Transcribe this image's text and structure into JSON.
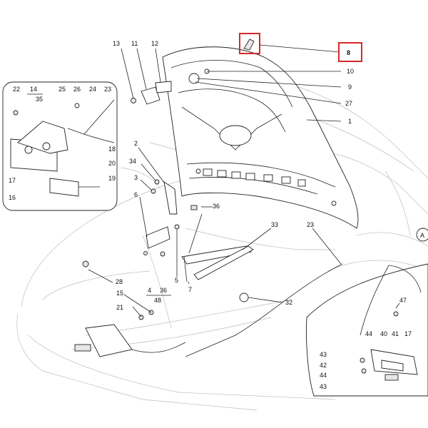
{
  "diagram": {
    "highlight_color": "#d62828",
    "highlighted_callout": "8",
    "inset_left_label": "",
    "inset_right_label": "A",
    "callouts": [
      {
        "id": "13",
        "text": "13"
      },
      {
        "id": "11",
        "text": "11"
      },
      {
        "id": "12",
        "text": "12"
      },
      {
        "id": "8",
        "text": "8"
      },
      {
        "id": "10",
        "text": "10"
      },
      {
        "id": "9",
        "text": "9"
      },
      {
        "id": "27",
        "text": "27"
      },
      {
        "id": "1",
        "text": "1"
      },
      {
        "id": "22",
        "text": "22"
      },
      {
        "id": "14",
        "text": "14"
      },
      {
        "id": "35",
        "text": "35"
      },
      {
        "id": "25",
        "text": "25"
      },
      {
        "id": "26",
        "text": "26"
      },
      {
        "id": "24",
        "text": "24"
      },
      {
        "id": "23a",
        "text": "23"
      },
      {
        "id": "18",
        "text": "18"
      },
      {
        "id": "20",
        "text": "20"
      },
      {
        "id": "19",
        "text": "19"
      },
      {
        "id": "17a",
        "text": "17"
      },
      {
        "id": "16",
        "text": "16"
      },
      {
        "id": "2",
        "text": "2"
      },
      {
        "id": "34",
        "text": "34"
      },
      {
        "id": "3",
        "text": "3"
      },
      {
        "id": "6",
        "text": "6"
      },
      {
        "id": "36a",
        "text": "36"
      },
      {
        "id": "33",
        "text": "33"
      },
      {
        "id": "23b",
        "text": "23"
      },
      {
        "id": "5",
        "text": "5"
      },
      {
        "id": "7",
        "text": "7"
      },
      {
        "id": "4",
        "text": "4"
      },
      {
        "id": "36b",
        "text": "36"
      },
      {
        "id": "48",
        "text": "48"
      },
      {
        "id": "28",
        "text": "28"
      },
      {
        "id": "15",
        "text": "15"
      },
      {
        "id": "21",
        "text": "21"
      },
      {
        "id": "32",
        "text": "32"
      },
      {
        "id": "47",
        "text": "47"
      },
      {
        "id": "44a",
        "text": "44"
      },
      {
        "id": "40",
        "text": "40"
      },
      {
        "id": "41",
        "text": "41"
      },
      {
        "id": "17b",
        "text": "17"
      },
      {
        "id": "43a",
        "text": "43"
      },
      {
        "id": "42",
        "text": "42"
      },
      {
        "id": "44b",
        "text": "44"
      },
      {
        "id": "43b",
        "text": "43"
      }
    ]
  }
}
